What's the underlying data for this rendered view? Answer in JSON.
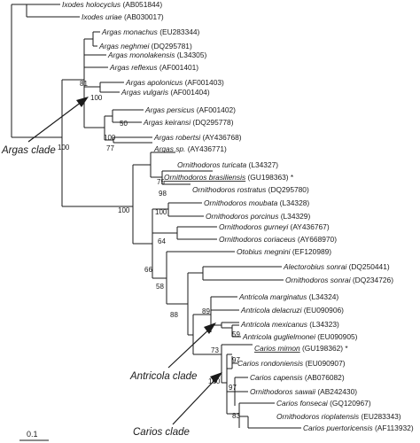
{
  "taxa": [
    {
      "id": "t01",
      "name": "Ixodes holocyclus",
      "acc": "(AB051844)",
      "underline": false,
      "star": false
    },
    {
      "id": "t02",
      "name": "Ixodes uriae",
      "acc": "(AB030017)",
      "underline": false,
      "star": false
    },
    {
      "id": "t03",
      "name": "Argas monachus",
      "acc": "(EU283344)",
      "underline": false,
      "star": false
    },
    {
      "id": "t04",
      "name": "Argas neghmei",
      "acc": "(DQ295781)",
      "underline": false,
      "star": false
    },
    {
      "id": "t05",
      "name": "Argas monolakensis",
      "acc": "(L34305)",
      "underline": false,
      "star": false
    },
    {
      "id": "t06",
      "name": "Argas reflexus",
      "acc": "(AF001401)",
      "underline": false,
      "star": false
    },
    {
      "id": "t07",
      "name": "Argas apolonicus",
      "acc": "(AF001403)",
      "underline": false,
      "star": false
    },
    {
      "id": "t08",
      "name": "Argas vulgaris",
      "acc": "(AF001404)",
      "underline": false,
      "star": false
    },
    {
      "id": "t09",
      "name": "Argas persicus",
      "acc": "(AF001402)",
      "underline": false,
      "star": false
    },
    {
      "id": "t10",
      "name": "Argas keiransi",
      "acc": "(DQ295778)",
      "underline": false,
      "star": false
    },
    {
      "id": "t11",
      "name": "Argas robertsi",
      "acc": "(AY436768)",
      "underline": false,
      "star": false
    },
    {
      "id": "t12",
      "name": "Argas sp.",
      "acc": "(AY436771)",
      "underline": false,
      "star": false
    },
    {
      "id": "t13",
      "name": "Ornithodoros turicata",
      "acc": "(L34327)",
      "underline": false,
      "star": false
    },
    {
      "id": "t14",
      "name": "Ornithodoros brasiliensis",
      "acc": "(GU198363)",
      "underline": true,
      "star": true
    },
    {
      "id": "t15",
      "name": "Ornithodoros rostratus",
      "acc": "(DQ295780)",
      "underline": false,
      "star": false
    },
    {
      "id": "t16",
      "name": "Ornithodoros moubata",
      "acc": "(L34328)",
      "underline": false,
      "star": false
    },
    {
      "id": "t17",
      "name": "Ornithodoros porcinus",
      "acc": "(L34329)",
      "underline": false,
      "star": false
    },
    {
      "id": "t18",
      "name": "Ornithodoros gurneyi",
      "acc": "(AY436767)",
      "underline": false,
      "star": false
    },
    {
      "id": "t19",
      "name": "Ornithodoros coriaceus",
      "acc": "(AY668970)",
      "underline": false,
      "star": false
    },
    {
      "id": "t20",
      "name": "Otobius megnini",
      "acc": "(EF120989)",
      "underline": false,
      "star": false
    },
    {
      "id": "t21",
      "name": "Alectorobius sonrai",
      "acc": "(DQ250441)",
      "underline": false,
      "star": false
    },
    {
      "id": "t22",
      "name": "Ornithodoros sonrai",
      "acc": "(DQ234726)",
      "underline": false,
      "star": false
    },
    {
      "id": "t23",
      "name": "Antricola marginatus",
      "acc": "(L34324)",
      "underline": false,
      "star": false
    },
    {
      "id": "t24",
      "name": "Antricola delacruzi",
      "acc": "(EU090906)",
      "underline": false,
      "star": false
    },
    {
      "id": "t25",
      "name": "Antricola mexicanus",
      "acc": "(L34323)",
      "underline": false,
      "star": false
    },
    {
      "id": "t26",
      "name": "Antricola guglielmonei",
      "acc": "(EU090905)",
      "underline": false,
      "star": false
    },
    {
      "id": "t27",
      "name": "Carios mimon",
      "acc": "(GU198362)",
      "underline": true,
      "star": true
    },
    {
      "id": "t28",
      "name": "Carios rondoniensis",
      "acc": "(EU090907)",
      "underline": false,
      "star": false
    },
    {
      "id": "t29",
      "name": "Carios capensis",
      "acc": "(AB076082)",
      "underline": false,
      "star": false
    },
    {
      "id": "t30",
      "name": "Ornithodoros sawaii",
      "acc": "(AB242430)",
      "underline": false,
      "star": false
    },
    {
      "id": "t31",
      "name": "Carios fonsecai",
      "acc": "(GQ120967)",
      "underline": false,
      "star": false
    },
    {
      "id": "t32",
      "name": "Ornithodoros rioplatensis",
      "acc": "(EU283343)",
      "underline": false,
      "star": false
    },
    {
      "id": "t33",
      "name": "Carios puertoricensis",
      "acc": "(AF113932)",
      "underline": false,
      "star": false
    }
  ],
  "bootstrap": {
    "b81": "81",
    "b100_root": "100",
    "b100_vulgaris": "100",
    "b50": "50",
    "b100_persicus": "100",
    "b77": "77",
    "b75": "75",
    "b98": "98",
    "b100_ornitho": "100",
    "b100_moubata": "100",
    "b64": "64",
    "b66": "66",
    "b58": "58",
    "b88": "88",
    "b89": "89",
    "b59": "59",
    "b73": "73",
    "b97_top": "97",
    "b100_carios": "100",
    "b97_capensis": "97",
    "b83": "83"
  },
  "clades": {
    "argas": "Argas clade",
    "antricola": "Antricola clade",
    "carios": "Carios clade"
  },
  "scale_bar": "0.1",
  "colors": {
    "line": "#1a1a1a",
    "text": "#1a1a1a",
    "background": "#ffffff"
  }
}
